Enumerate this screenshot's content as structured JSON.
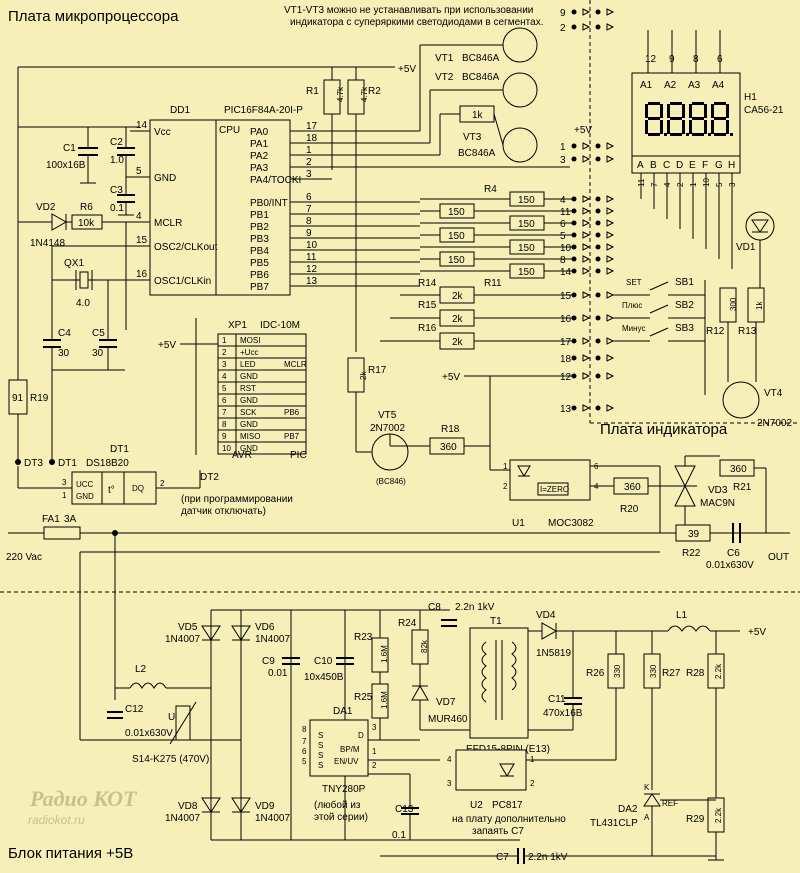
{
  "titles": {
    "mcu_board": "Плата микропроцессора",
    "indicator_board": "Плата индикатора",
    "power_block": "Блок питания +5В",
    "note_vt": "VT1-VT3  можно не устанавливать при использовании",
    "note_vt2": "индикатора с суперяркими светодиодами в сегментах.",
    "prog_note1": "(при программировании",
    "prog_note2": "датчик отключать)",
    "c7_note1": "на плату дополнительно",
    "c7_note2": "запаять С7",
    "watermark1": "Радио КОТ",
    "watermark2": "radiokot.ru"
  },
  "dd1": {
    "ref": "DD1",
    "part": "PIC16F84A-20I-P",
    "cpu": "CPU",
    "left_pins": [
      {
        "num": "14",
        "name": "Vcc"
      },
      {
        "num": "5",
        "name": "GND"
      },
      {
        "num": "4",
        "name": "MCLR"
      },
      {
        "num": "15",
        "name": "OSC2/CLKout"
      },
      {
        "num": "16",
        "name": "OSC1/CLKin"
      }
    ],
    "right_pins": [
      {
        "num": "17",
        "name": "PA0"
      },
      {
        "num": "18",
        "name": "PA1"
      },
      {
        "num": "1",
        "name": "PA2"
      },
      {
        "num": "2",
        "name": "PA3"
      },
      {
        "num": "3",
        "name": "PA4/TOCKI"
      },
      {
        "num": "6",
        "name": "PB0/INT"
      },
      {
        "num": "7",
        "name": "PB1"
      },
      {
        "num": "8",
        "name": "PB2"
      },
      {
        "num": "9",
        "name": "PB3"
      },
      {
        "num": "10",
        "name": "PB4"
      },
      {
        "num": "11",
        "name": "PB5"
      },
      {
        "num": "12",
        "name": "PB6"
      },
      {
        "num": "13",
        "name": "PB7"
      }
    ]
  },
  "xp1": {
    "ref": "XP1",
    "part": "IDC-10M",
    "footer_avr": "AVR",
    "footer_pic": "PIC",
    "rows": [
      {
        "num": "1",
        "avr": "MOSI",
        "pic": ""
      },
      {
        "num": "2",
        "avr": "+Ucc",
        "pic": ""
      },
      {
        "num": "3",
        "avr": "LED",
        "pic": "MCLR"
      },
      {
        "num": "4",
        "avr": "GND",
        "pic": ""
      },
      {
        "num": "5",
        "avr": "RST",
        "pic": ""
      },
      {
        "num": "6",
        "avr": "GND",
        "pic": ""
      },
      {
        "num": "7",
        "avr": "SCK",
        "pic": "PB6"
      },
      {
        "num": "8",
        "avr": "GND",
        "pic": ""
      },
      {
        "num": "9",
        "avr": "MISO",
        "pic": "PB7"
      },
      {
        "num": "10",
        "avr": "GND",
        "pic": ""
      }
    ]
  },
  "components": {
    "c1": {
      "ref": "C1",
      "value": "100x16B"
    },
    "c2": {
      "ref": "C2",
      "value": "1.0"
    },
    "c3": {
      "ref": "C3",
      "value": "0.1"
    },
    "vd2": {
      "ref": "VD2",
      "value": "1N4148"
    },
    "r6": {
      "ref": "R6",
      "value": "10k"
    },
    "qx1": {
      "ref": "QX1",
      "value": "4.0"
    },
    "c4": {
      "ref": "C4",
      "value": "30"
    },
    "c5": {
      "ref": "C5",
      "value": "30"
    },
    "r19": {
      "ref": "R19",
      "value": "91"
    },
    "r1": {
      "ref": "R1",
      "value": "4.7k"
    },
    "r2": {
      "ref": "R2",
      "value": "4.7k"
    },
    "vt1": {
      "ref": "VT1",
      "value": "BC846A"
    },
    "vt2": {
      "ref": "VT2",
      "value": "BC846A"
    },
    "vt3": {
      "ref": "VT3",
      "value": "BC846A"
    },
    "r1k": {
      "value": "1k"
    },
    "r4": {
      "ref": "R4",
      "values": [
        "150",
        "150",
        "150",
        "150",
        "150",
        "150",
        "150"
      ]
    },
    "r11": {
      "ref": "R11"
    },
    "r14": {
      "ref": "R14",
      "value": "2k"
    },
    "r15": {
      "ref": "R15",
      "value": "2k"
    },
    "r16": {
      "ref": "R16",
      "value": "2k"
    },
    "r17": {
      "ref": "R17",
      "value": "2k"
    },
    "vt5": {
      "ref": "VT5",
      "value": "2N7002",
      "alt": "(BC846)"
    },
    "r18": {
      "ref": "R18",
      "value": "360"
    },
    "u1": {
      "ref": "U1",
      "value": "MOC3082",
      "inner": "I=ZERO"
    },
    "r20": {
      "ref": "R20",
      "value": "360"
    },
    "r21": {
      "ref": "R21",
      "value": "360"
    },
    "vd3": {
      "ref": "VD3",
      "value": "MAC9N"
    },
    "r22": {
      "ref": "R22",
      "value": "39"
    },
    "c6": {
      "ref": "C6",
      "value": "0.01x630V"
    },
    "h1": {
      "ref": "H1",
      "value": "CA56-21",
      "digits": [
        "A1",
        "A2",
        "A3",
        "A4"
      ],
      "segments": [
        "A",
        "B",
        "C",
        "D",
        "E",
        "F",
        "G",
        "H"
      ]
    },
    "vd1": {
      "ref": "VD1"
    },
    "r12": {
      "ref": "R12",
      "value": "300"
    },
    "r13": {
      "ref": "R13",
      "value": "1k"
    },
    "vt4": {
      "ref": "VT4",
      "value": "2N7002"
    },
    "sb1": {
      "ref": "SB1",
      "label": "SET"
    },
    "sb2": {
      "ref": "SB2",
      "label": "Плюс"
    },
    "sb3": {
      "ref": "SB3",
      "label": "Минус"
    },
    "dt1": {
      "ref": "DT1",
      "value": "DS18B20",
      "pins": [
        "UCC",
        "GND",
        "DQ"
      ],
      "pin_nums": [
        "3",
        "1",
        "2"
      ]
    },
    "dt2": {
      "ref": "DT2"
    },
    "dt3": {
      "ref": "DT3"
    },
    "fa1": {
      "ref": "FA1",
      "value": "3A"
    },
    "vd5": {
      "ref": "VD5",
      "value": "1N4007"
    },
    "vd6": {
      "ref": "VD6",
      "value": "1N4007"
    },
    "vd8": {
      "ref": "VD8",
      "value": "1N4007"
    },
    "vd9": {
      "ref": "VD9",
      "value": "1N4007"
    },
    "l2": {
      "ref": "L2"
    },
    "c12": {
      "ref": "C12",
      "value": "0.01x630V"
    },
    "varistor": {
      "label": "S14-K275 (470V)"
    },
    "c9": {
      "ref": "C9",
      "value": "0.01"
    },
    "c10": {
      "ref": "C10",
      "value": "10x450B"
    },
    "r23": {
      "ref": "R23",
      "value": "1.6M"
    },
    "r24": {
      "ref": "R24",
      "value": "82k"
    },
    "r25": {
      "ref": "R25",
      "value": "1.6M"
    },
    "c8": {
      "ref": "C8",
      "value": "2.2n 1kV"
    },
    "vd7": {
      "ref": "VD7",
      "value": "MUR460"
    },
    "t1": {
      "ref": "T1",
      "value": "EFD15-8PIN (E13)"
    },
    "da1": {
      "ref": "DA1",
      "value": "TNY280P",
      "alt": "(любой из",
      "alt2": "этой серии)",
      "pin_s": "S",
      "bp": "BP/M",
      "en": "EN/UV",
      "d": "D"
    },
    "c13": {
      "ref": "C13",
      "value": "0.1"
    },
    "vd4": {
      "ref": "VD4",
      "value": "1N5819"
    },
    "c11": {
      "ref": "C11",
      "value": "470x16B"
    },
    "l1": {
      "ref": "L1"
    },
    "r26": {
      "ref": "R26",
      "value": "330"
    },
    "r27": {
      "ref": "R27",
      "value": "330"
    },
    "r28": {
      "ref": "R28",
      "value": "2.2k"
    },
    "r29": {
      "ref": "R29",
      "value": "2.2k"
    },
    "u2": {
      "ref": "U2",
      "value": "PC817"
    },
    "da2": {
      "ref": "DA2",
      "value": "TL431CLP",
      "pin_k": "K",
      "pin_a": "A",
      "pin_ref": "REF"
    },
    "c7": {
      "ref": "C7",
      "value": "2.2n 1kV"
    }
  },
  "nets": {
    "plus5v": "+5V",
    "ac_in": "220 Vac",
    "out": "OUT"
  },
  "connector_pins": [
    "9",
    "2",
    "1",
    "3",
    "4",
    "11",
    "6",
    "5",
    "10",
    "8",
    "14",
    "15",
    "16",
    "17",
    "18",
    "12",
    "13"
  ],
  "h1_pin_numbers_top": [
    "12",
    "9",
    "8",
    "6"
  ],
  "h1_pin_numbers_bot": [
    "11",
    "7",
    "4",
    "2",
    "1",
    "10",
    "5",
    "3"
  ]
}
